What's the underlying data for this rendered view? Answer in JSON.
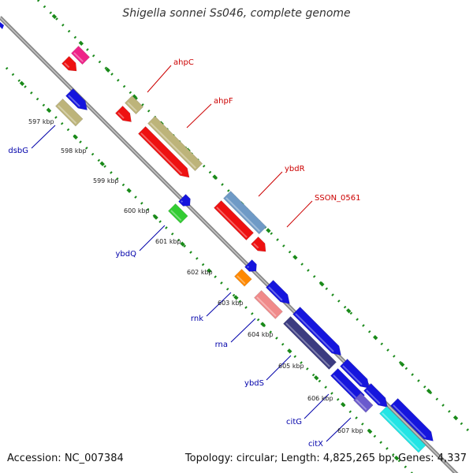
{
  "title": "Shigella sonnei Ss046, complete genome",
  "accession": "Accession: NC_007384",
  "topology": "Topology: circular; Length: 4,825,265 bp; Genes: 4,337",
  "colors": {
    "backbone": "#8a8a8a",
    "ticks": "#1a8a1a",
    "forward_label": "#cc0000",
    "reverse_label": "#0000aa"
  },
  "kbp_ticks": [
    {
      "label": "597 kbp",
      "kbp": 597
    },
    {
      "label": "598 kbp",
      "kbp": 598
    },
    {
      "label": "599 kbp",
      "kbp": 599
    },
    {
      "label": "600 kbp",
      "kbp": 600
    },
    {
      "label": "601 kbp",
      "kbp": 601
    },
    {
      "label": "602 kbp",
      "kbp": 602
    },
    {
      "label": "603 kbp",
      "kbp": 603
    },
    {
      "label": "604 kbp",
      "kbp": 604
    },
    {
      "label": "605 kbp",
      "kbp": 605
    },
    {
      "label": "606 kbp",
      "kbp": 606
    },
    {
      "label": "607 kbp",
      "kbp": 607
    }
  ],
  "gene_labels": [
    {
      "name": "ahpC",
      "strand": "forward"
    },
    {
      "name": "ahpF",
      "strand": "forward"
    },
    {
      "name": "ybdR",
      "strand": "forward"
    },
    {
      "name": "SSON_0561",
      "strand": "forward"
    },
    {
      "name": "dsbG",
      "strand": "reverse"
    },
    {
      "name": "ybdQ",
      "strand": "reverse"
    },
    {
      "name": "rnk",
      "strand": "reverse"
    },
    {
      "name": "rna",
      "strand": "reverse"
    },
    {
      "name": "ybdS",
      "strand": "reverse"
    },
    {
      "name": "citG",
      "strand": "reverse"
    },
    {
      "name": "citX",
      "strand": "reverse"
    }
  ],
  "features": [
    {
      "id": "f-magenta",
      "color": "#ee2288"
    },
    {
      "id": "f-ahpC-red",
      "color": "#ee1111"
    },
    {
      "id": "f-olive-1",
      "color": "#bdb47a"
    },
    {
      "id": "f-ahpF-red",
      "color": "#ee1111"
    },
    {
      "id": "f-ahpF-olive",
      "color": "#bdb47a"
    },
    {
      "id": "f-ybdR-steel",
      "color": "#6f9ac6"
    },
    {
      "id": "f-red-SSON",
      "color": "#ee1111"
    },
    {
      "id": "f-red-SSON-2",
      "color": "#ee1111"
    },
    {
      "id": "f-dsbG-olive",
      "color": "#bdb47a"
    },
    {
      "id": "f-dsbG-blue",
      "color": "#1515dd"
    },
    {
      "id": "f-blue-600",
      "color": "#1515dd"
    },
    {
      "id": "f-green-ybdQ",
      "color": "#33cc33"
    },
    {
      "id": "f-blue-602",
      "color": "#1515dd"
    },
    {
      "id": "f-orange-rnk",
      "color": "#ff8800"
    },
    {
      "id": "f-blue-603",
      "color": "#1515dd"
    },
    {
      "id": "f-pink-rna",
      "color": "#f08a8a"
    },
    {
      "id": "f-navy-ybdS",
      "color": "#3b3b80"
    },
    {
      "id": "f-blue-604",
      "color": "#1515dd"
    },
    {
      "id": "f-blue-606",
      "color": "#1515dd"
    },
    {
      "id": "f-blue-606b",
      "color": "#1515dd"
    },
    {
      "id": "f-purple-citG",
      "color": "#6a5acd"
    },
    {
      "id": "f-cyan-citX",
      "color": "#22e5e5"
    },
    {
      "id": "f-blue-607",
      "color": "#1515dd"
    }
  ]
}
